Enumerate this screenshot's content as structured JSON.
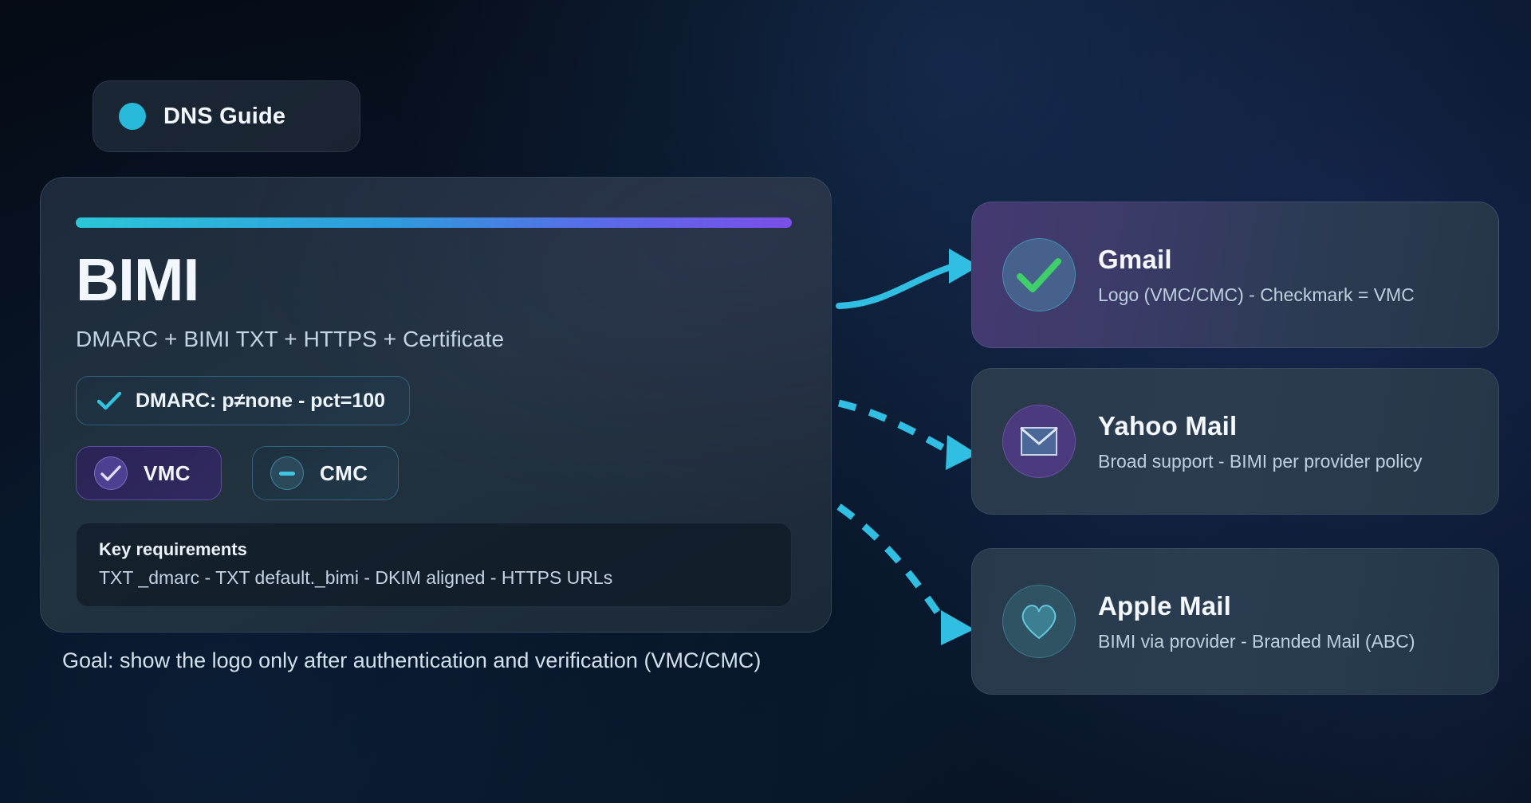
{
  "badge": {
    "label": "DNS Guide",
    "dot_icon": "circle-dot-icon",
    "dot_color": "#28b9da"
  },
  "main_card": {
    "accent_gradient": [
      "#2bc6d8",
      "#2f9bdd",
      "#5b6ae8",
      "#7a4fe8"
    ],
    "title": "BIMI",
    "subtitle": "DMARC + BIMI TXT + HTTPS + Certificate",
    "dmarc_pill": {
      "icon": "check-icon",
      "icon_color": "#2fc3e0",
      "label": "DMARC: p≠none - pct=100"
    },
    "chips": [
      {
        "id": "vmc",
        "label": "VMC",
        "icon": "check-circle-icon",
        "state": "verified",
        "color": "#7c63d8"
      },
      {
        "id": "cmc",
        "label": "CMC",
        "icon": "minus-circle-icon",
        "state": "partial",
        "color": "#3fc4e4"
      }
    ],
    "requirements": {
      "title": "Key requirements",
      "text": "TXT _dmarc - TXT default._bimi - DKIM aligned - HTTPS URLs"
    }
  },
  "goal_note": "Goal: show the logo only after authentication and verification (VMC/CMC)",
  "providers": [
    {
      "id": "gmail",
      "name": "Gmail",
      "description": "Logo (VMC/CMC) - Checkmark = VMC",
      "icon": "check-mark-icon",
      "icon_color": "#3ecf6a",
      "connector": "solid"
    },
    {
      "id": "yahoo",
      "name": "Yahoo Mail",
      "description": "Broad support - BIMI per provider policy",
      "icon": "envelope-icon",
      "icon_color": "#4a6798",
      "connector": "dashed"
    },
    {
      "id": "apple",
      "name": "Apple Mail",
      "description": "BIMI via provider - Branded Mail (ABC)",
      "icon": "heart-icon",
      "icon_color": "#3b7f91",
      "connector": "dashed"
    }
  ],
  "connectors": {
    "color": "#30bfe2"
  }
}
